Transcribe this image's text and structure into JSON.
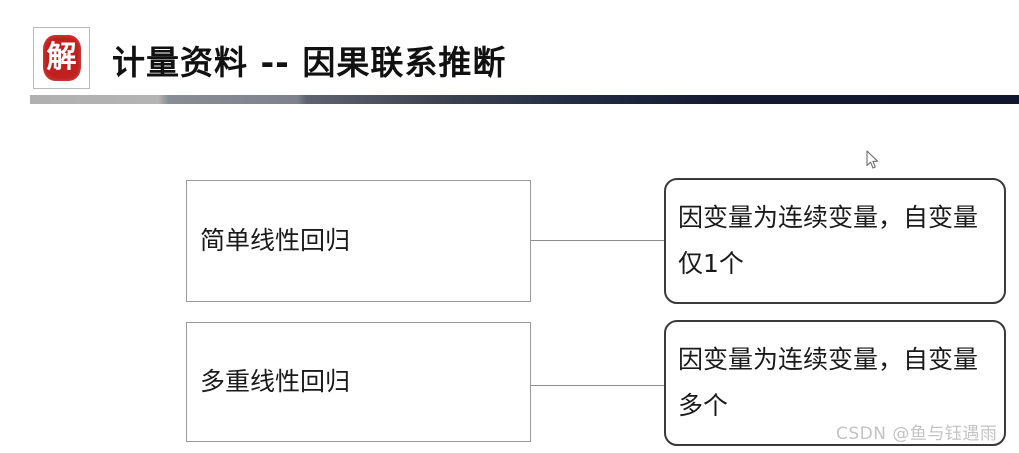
{
  "header": {
    "logo_character": "解",
    "logo_name": "red-seal-stamp",
    "title": "计量资料 -- 因果联系推断"
  },
  "diagram": {
    "rows": [
      {
        "method": "简单线性回归",
        "description": "因变量为连续变量，自变量仅1个"
      },
      {
        "method": "多重线性回归",
        "description": "因变量为连续变量，自变量多个"
      }
    ]
  },
  "watermark": {
    "text": "CSDN @鱼与钰遇雨"
  },
  "colors": {
    "seal_red": "#c0201e",
    "title_text": "#111111",
    "rule_start": "#b0b0b0",
    "rule_end": "#101530",
    "box_border_left": "#9a9a9a",
    "box_border_right": "#3a3a3a",
    "connector": "#8d8d8d",
    "watermark": "#c3c3c3",
    "background": "#ffffff"
  }
}
